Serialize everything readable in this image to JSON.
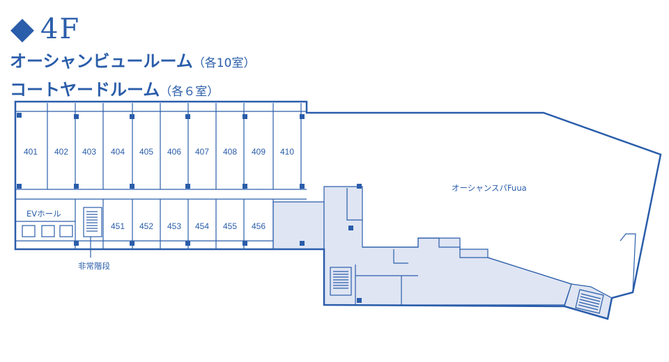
{
  "header": {
    "floor": "4F",
    "ocean_view": "オーシャンビュールーム",
    "ocean_view_count": "（各10室）",
    "courtyard": "コートヤードルーム",
    "courtyard_count": "（各６室）"
  },
  "rooms_top": [
    "401",
    "402",
    "403",
    "404",
    "405",
    "406",
    "407",
    "408",
    "409",
    "410"
  ],
  "rooms_bottom": [
    "451",
    "452",
    "453",
    "454",
    "455",
    "456"
  ],
  "labels": {
    "ev_hall": "EVホール",
    "stairs": "非常階段",
    "spa": "オーシャンスパFuua"
  },
  "colors": {
    "accent": "#2a5daa",
    "shade": "#dfe5f3"
  }
}
